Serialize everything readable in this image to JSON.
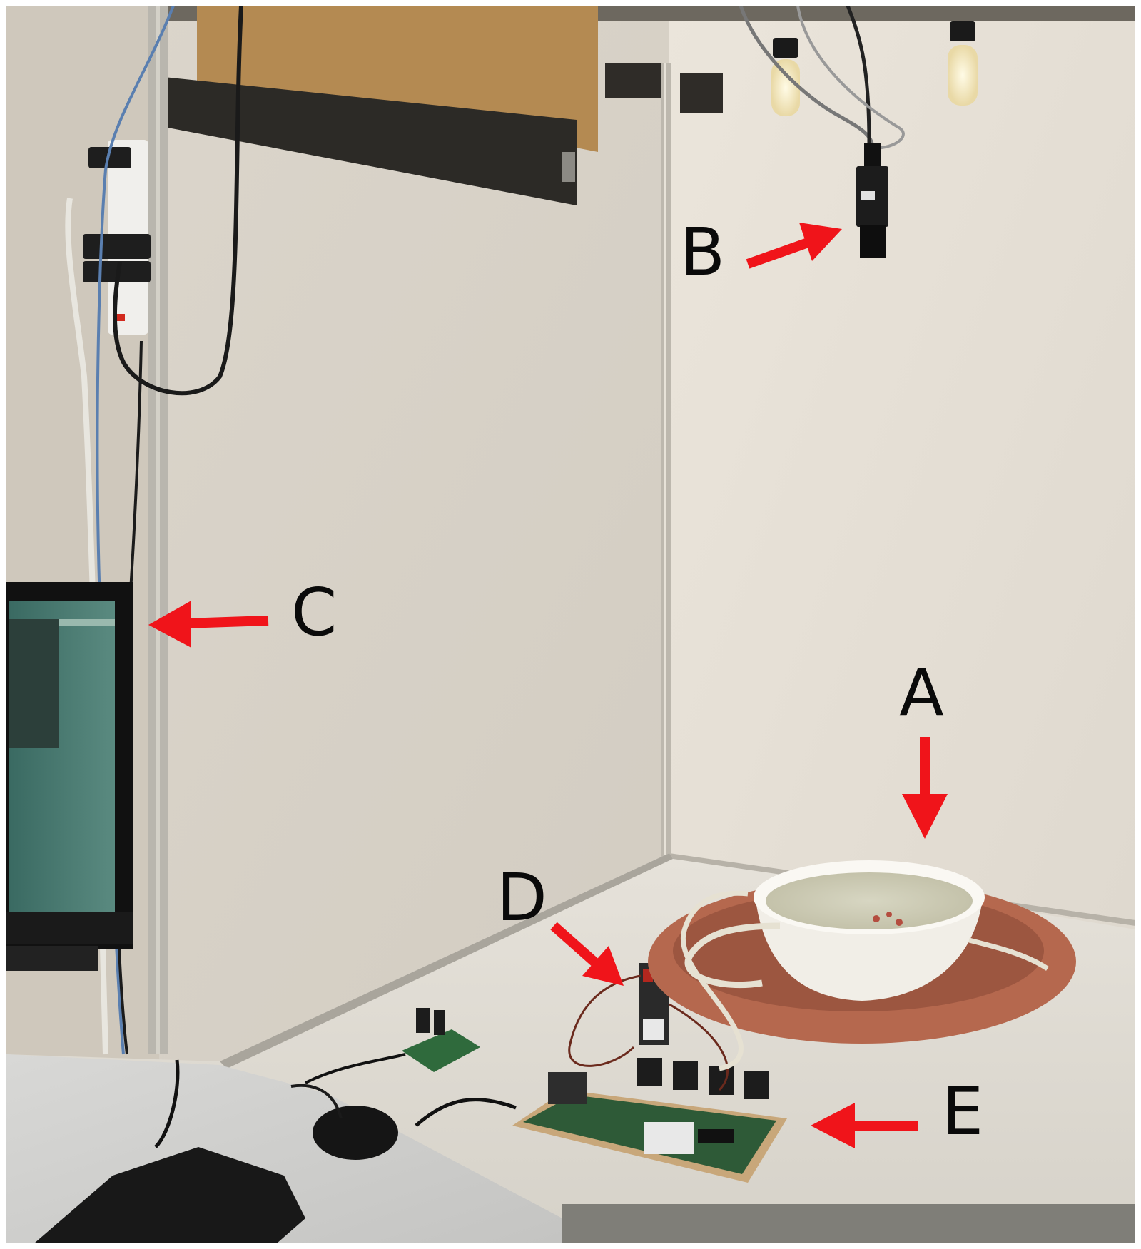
{
  "labels": {
    "a": "A",
    "b": "B",
    "c": "C",
    "d": "D",
    "e": "E"
  },
  "colors": {
    "arrow": "#f0141a",
    "wall_left": "#d8d1c6",
    "wall_right": "#e3ddd3",
    "floor": "#dcd8cf",
    "tray": "#b5684e",
    "bowl": "#f2efe9",
    "water": "#cfcdb7",
    "pcb": "#2f5a38"
  },
  "icons": {
    "arrow": "arrow-icon"
  }
}
